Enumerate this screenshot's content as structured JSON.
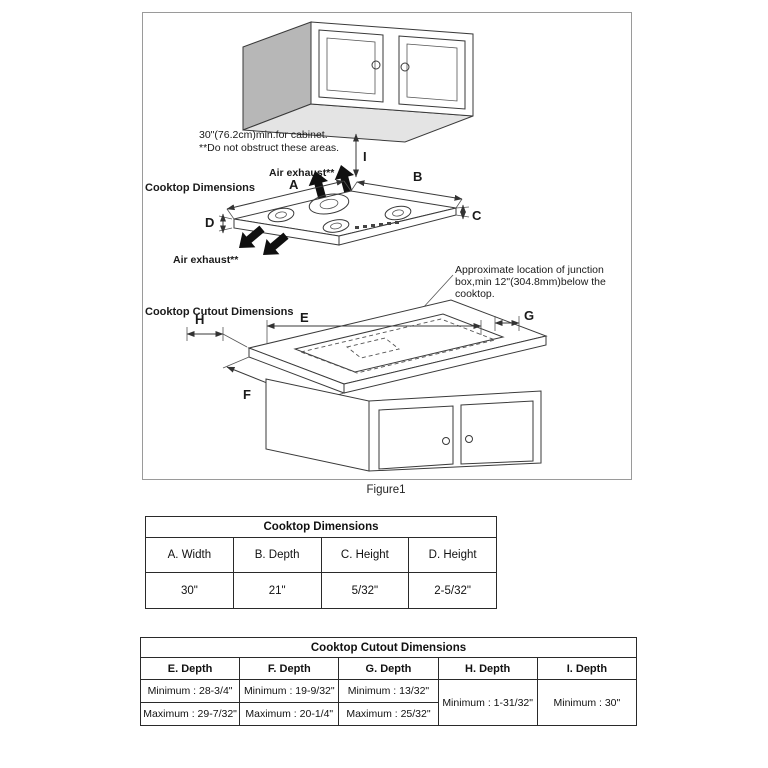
{
  "figure": {
    "caption": "Figure1",
    "notes": {
      "cabinet_line1": "30\"(76.2cm)min.for cabinet.",
      "cabinet_line2": "**Do not obstruct these areas.",
      "air_exhaust_top": "Air exhaust**",
      "air_exhaust_left": "Air exhaust**",
      "junction_line1": "Approximate location of junction",
      "junction_line2": "box,min 12\"(304.8mm)below the",
      "junction_line3": "cooktop."
    },
    "section_labels": {
      "cooktop_dimensions": "Cooktop Dimensions",
      "cooktop_cutout_dimensions": "Cooktop Cutout Dimensions"
    },
    "dims": {
      "A": "A",
      "B": "B",
      "C": "C",
      "D": "D",
      "E": "E",
      "F": "F",
      "G": "G",
      "H": "H",
      "I": "I"
    }
  },
  "dimensions_table": {
    "title": "Cooktop Dimensions",
    "headers": [
      "A. Width",
      "B. Depth",
      "C. Height",
      "D. Height"
    ],
    "values": [
      "30\"",
      "21\"",
      "5/32\"",
      "2-5/32\""
    ]
  },
  "cutout_table": {
    "title": "Cooktop Cutout Dimensions",
    "headers": [
      "E. Depth",
      "F. Depth",
      "G. Depth",
      "H. Depth",
      "I. Depth"
    ],
    "e": {
      "min": "Minimum : 28-3/4\"",
      "max": "Maximum : 29-7/32\""
    },
    "f": {
      "min": "Minimum : 19-9/32\"",
      "max": "Maximum : 20-1/4\""
    },
    "g": {
      "min": "Minimum : 13/32\"",
      "max": "Maximum : 25/32\""
    },
    "h": {
      "min": "Minimum : 1-31/32\""
    },
    "i": {
      "min": "Minimum : 30\""
    }
  }
}
